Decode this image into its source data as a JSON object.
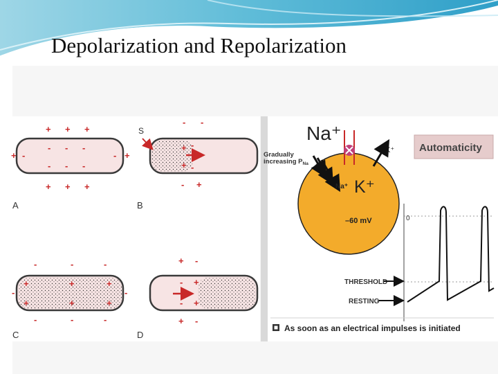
{
  "slide": {
    "title": "Depolarization and Repolarization"
  },
  "left_figure": {
    "panel_labels": {
      "a": "A",
      "b": "B",
      "c": "C",
      "d": "D"
    },
    "stimulus_label": "S",
    "plus": "+",
    "minus": "-"
  },
  "right_figure": {
    "na_big": "Na⁺",
    "k_small": "K⁺",
    "gradually": "Gradually",
    "increasing": "increasing P",
    "increasing_sub": "Na",
    "na_small": "Na⁺",
    "k_big": "K⁺",
    "voltage": "–60 mV",
    "automaticity": "Automaticity",
    "zero": "0",
    "threshold": "THRESHOLD",
    "resting": "RESTING",
    "caption": "As soon as an electrical impulses is initiated"
  },
  "colors": {
    "cell_fill": "#f7e4e4",
    "cell_border": "#3a3a3a",
    "charge_red": "#c82828",
    "cell_orange": "#f3ab2b",
    "arrow_red": "#c83030",
    "automaticity_bg": "#e6cccc"
  }
}
